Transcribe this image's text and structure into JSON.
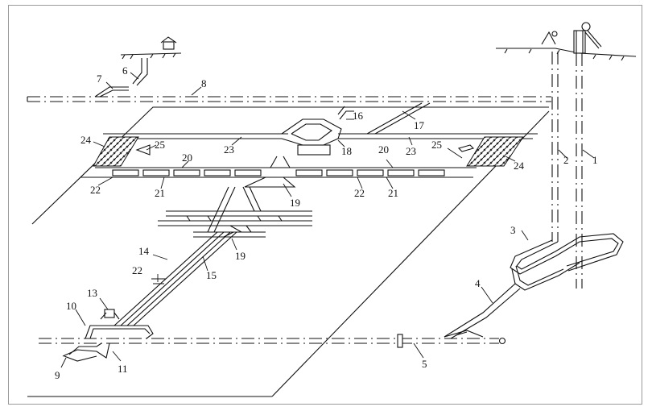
{
  "diagram": {
    "labels": [
      "1",
      "2",
      "3",
      "4",
      "5",
      "6",
      "7",
      "8",
      "9",
      "10",
      "11",
      "13",
      "14",
      "15",
      "16",
      "17",
      "18",
      "19",
      "19",
      "20",
      "20",
      "21",
      "21",
      "22",
      "22",
      "22",
      "23",
      "23",
      "24",
      "24",
      "25",
      "25"
    ]
  }
}
